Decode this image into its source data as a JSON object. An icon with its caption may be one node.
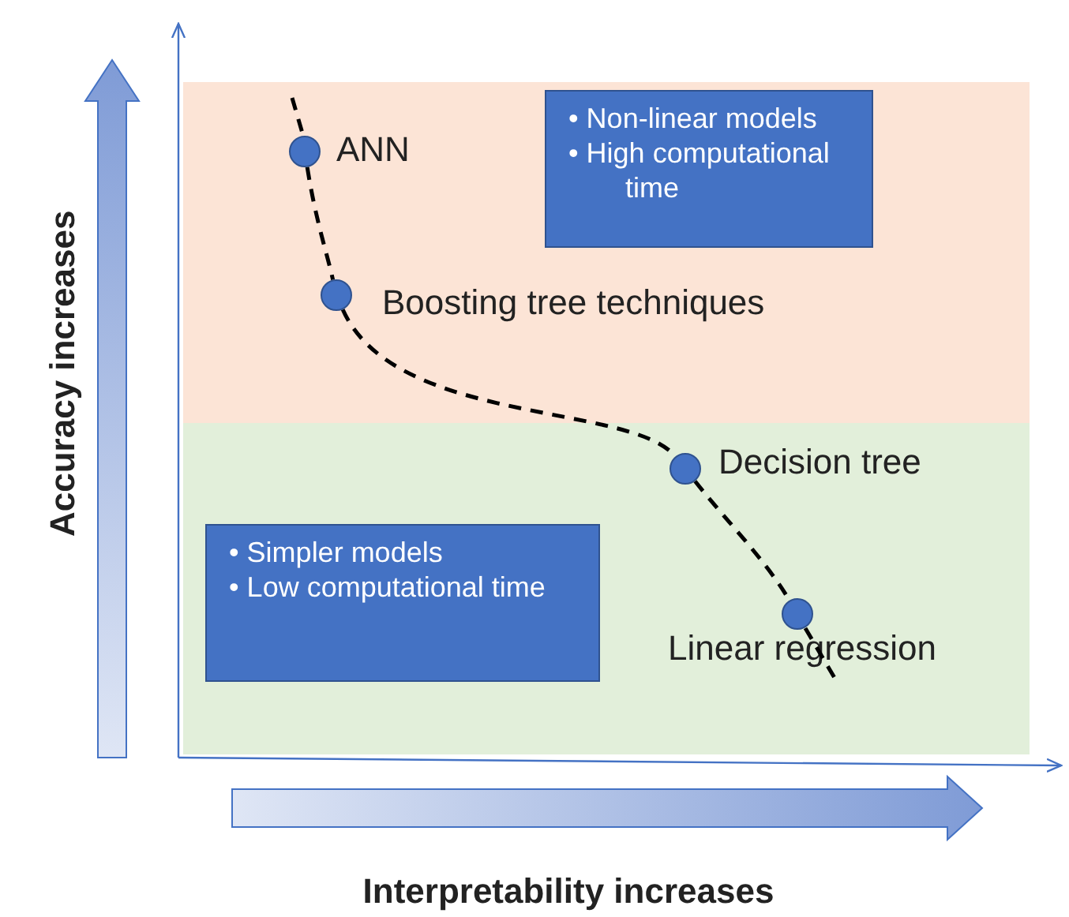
{
  "diagram": {
    "nodes": [
      {
        "text": [],
        "shape": "box"
      },
      {
        "text": [
          "• Non-linear models",
          "• High computational time"
        ],
        "in": 0
      },
      {
        "text": [],
        "shape": "box"
      },
      {
        "text": [
          "• Simpler models",
          "• Low computational time"
        ],
        "in": 2
      },
      {
        "text": [],
        "shape": "circle",
        "beside": [
          "ANN"
        ],
        "in": 0
      },
      {
        "text": [],
        "shape": "circle",
        "beside": [
          "Boosting tree techniques"
        ],
        "in": 0
      },
      {
        "text": [],
        "shape": "circle",
        "beside": [
          "Decision tree"
        ],
        "in": 2
      },
      {
        "text": [],
        "shape": "circle",
        "beside": [
          "Linear regression"
        ],
        "in": 2
      }
    ],
    "edges": [
      {
        "from": 4,
        "to": 5,
        "arrow": "none",
        "style": "dashed"
      },
      {
        "from": 5,
        "to": 6,
        "arrow": "none",
        "style": "dashed"
      },
      {
        "from": 6,
        "to": 7,
        "arrow": "none",
        "style": "dashed"
      }
    ],
    "labels": [
      "Accuracy increases",
      "Interpretability increases"
    ]
  }
}
